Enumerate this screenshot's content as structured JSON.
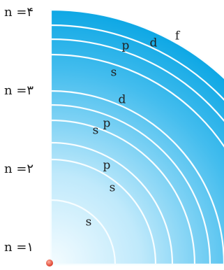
{
  "levels": [
    {
      "label": "n =۴",
      "n": 4
    },
    {
      "label": "n =۳",
      "n": 3
    },
    {
      "label": "n =۲",
      "n": 2
    },
    {
      "label": "n =۱",
      "n": 1
    }
  ],
  "sublevels": [
    {
      "label": "f",
      "level": 4
    },
    {
      "label": "d",
      "level": 4
    },
    {
      "label": "p",
      "level": 4
    },
    {
      "label": "s",
      "level": 4
    },
    {
      "label": "d",
      "level": 3
    },
    {
      "label": "p",
      "level": 3
    },
    {
      "label": "s",
      "level": 3
    },
    {
      "label": "p",
      "level": 2
    },
    {
      "label": "s",
      "level": 2
    },
    {
      "label": "s",
      "level": 1
    }
  ],
  "colors": {
    "shell_light": "#f2fbff",
    "shell_mid": "#7dd3f5",
    "shell_dark": "#0aa6e4",
    "nucleus": "#e8412c"
  },
  "icons": {
    "nucleus": "nucleus-dot-icon"
  }
}
